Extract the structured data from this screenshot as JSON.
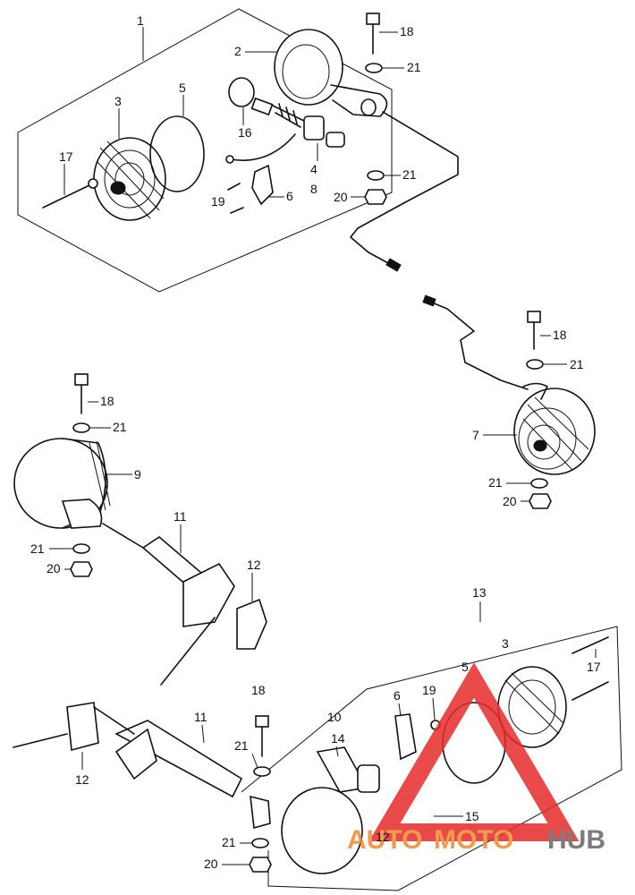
{
  "callouts": {
    "c1": "1",
    "c2": "2",
    "c3a": "3",
    "c4": "4",
    "c5a": "5",
    "c6a": "6",
    "c7": "7",
    "c8": "8",
    "c9": "9",
    "c10": "10",
    "c11a": "11",
    "c11b": "11",
    "c12a": "12",
    "c12b": "12",
    "c13": "13",
    "c14": "14",
    "c15": "15",
    "c16": "16",
    "c17a": "17",
    "c17b": "17",
    "c18a": "18",
    "c18b": "18",
    "c18c": "18",
    "c18d": "18",
    "c19a": "19",
    "c19b": "19",
    "c20a": "20",
    "c20b": "20",
    "c20c": "20",
    "c20d": "20",
    "c21a": "21",
    "c21b": "21",
    "c21c": "21",
    "c21d": "21",
    "c21e": "21",
    "c21f": "21",
    "c21g": "21",
    "c21h": "21",
    "c3b": "3",
    "c5b": "5",
    "c6b": "6",
    "c12c": "12"
  },
  "watermark": {
    "auto": "AUTO",
    "moto": "MOTO",
    "hub": "HUB",
    "color_primary": "#f08a30",
    "color_secondary": "#666666",
    "color_triangle": "#e52b2b"
  }
}
